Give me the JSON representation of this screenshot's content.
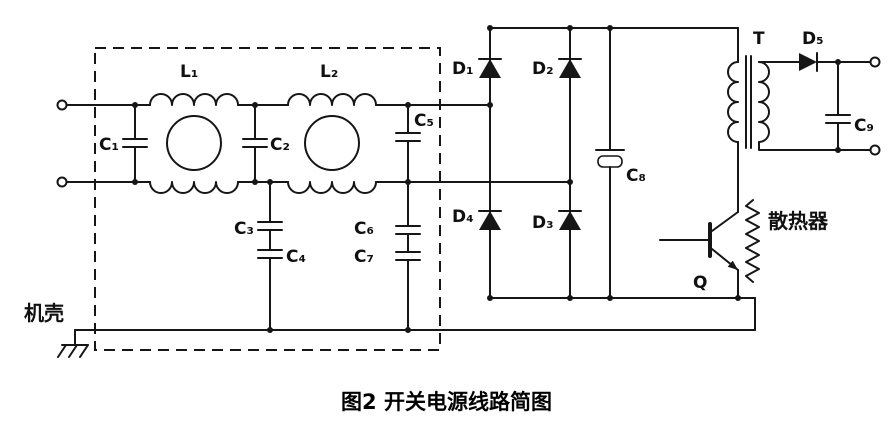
{
  "figure": {
    "caption": "图2 开关电源线路简图"
  },
  "components": {
    "l1": "L₁",
    "l2": "L₂",
    "c1": "C₁",
    "c2": "C₂",
    "c3": "C₃",
    "c4": "C₄",
    "c5": "C₅",
    "c6": "C₆",
    "c7": "C₇",
    "c8": "C₈",
    "c9": "C₉",
    "d1": "D₁",
    "d2": "D₂",
    "d3": "D₃",
    "d4": "D₄",
    "d5": "D₅",
    "t": "T",
    "q": "Q",
    "heatsink": "散热器",
    "chassis": "机壳"
  },
  "colors": {
    "line": "#161616",
    "background": "#ffffff"
  }
}
